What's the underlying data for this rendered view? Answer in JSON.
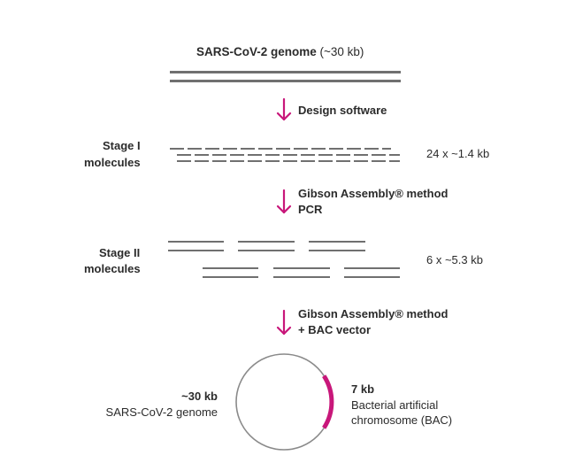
{
  "title": {
    "bold": "SARS-CoV-2 genome",
    "normal": " (~30 kb)"
  },
  "step1": {
    "label": "Design software"
  },
  "stage1": {
    "label_line1": "Stage I",
    "label_line2": "molecules",
    "count": "24 x ~1.4 kb"
  },
  "step2": {
    "line1": "Gibson Assembly® method",
    "line2": "PCR"
  },
  "stage2": {
    "label_line1": "Stage II",
    "label_line2": "molecules",
    "count": "6 x ~5.3 kb"
  },
  "step3": {
    "line1": "Gibson Assembly® method",
    "line2": "+ BAC vector"
  },
  "final": {
    "left_size": "~30 kb",
    "left_desc": "SARS-CoV-2 genome",
    "right_size": "7 kb",
    "right_desc_line1": "Bacterial artificial",
    "right_desc_line2": "chromosome (BAC)"
  },
  "colors": {
    "accent": "#c8177a",
    "bar": "#707070",
    "text": "#2b2b2b",
    "circle": "#8a8a8a"
  }
}
